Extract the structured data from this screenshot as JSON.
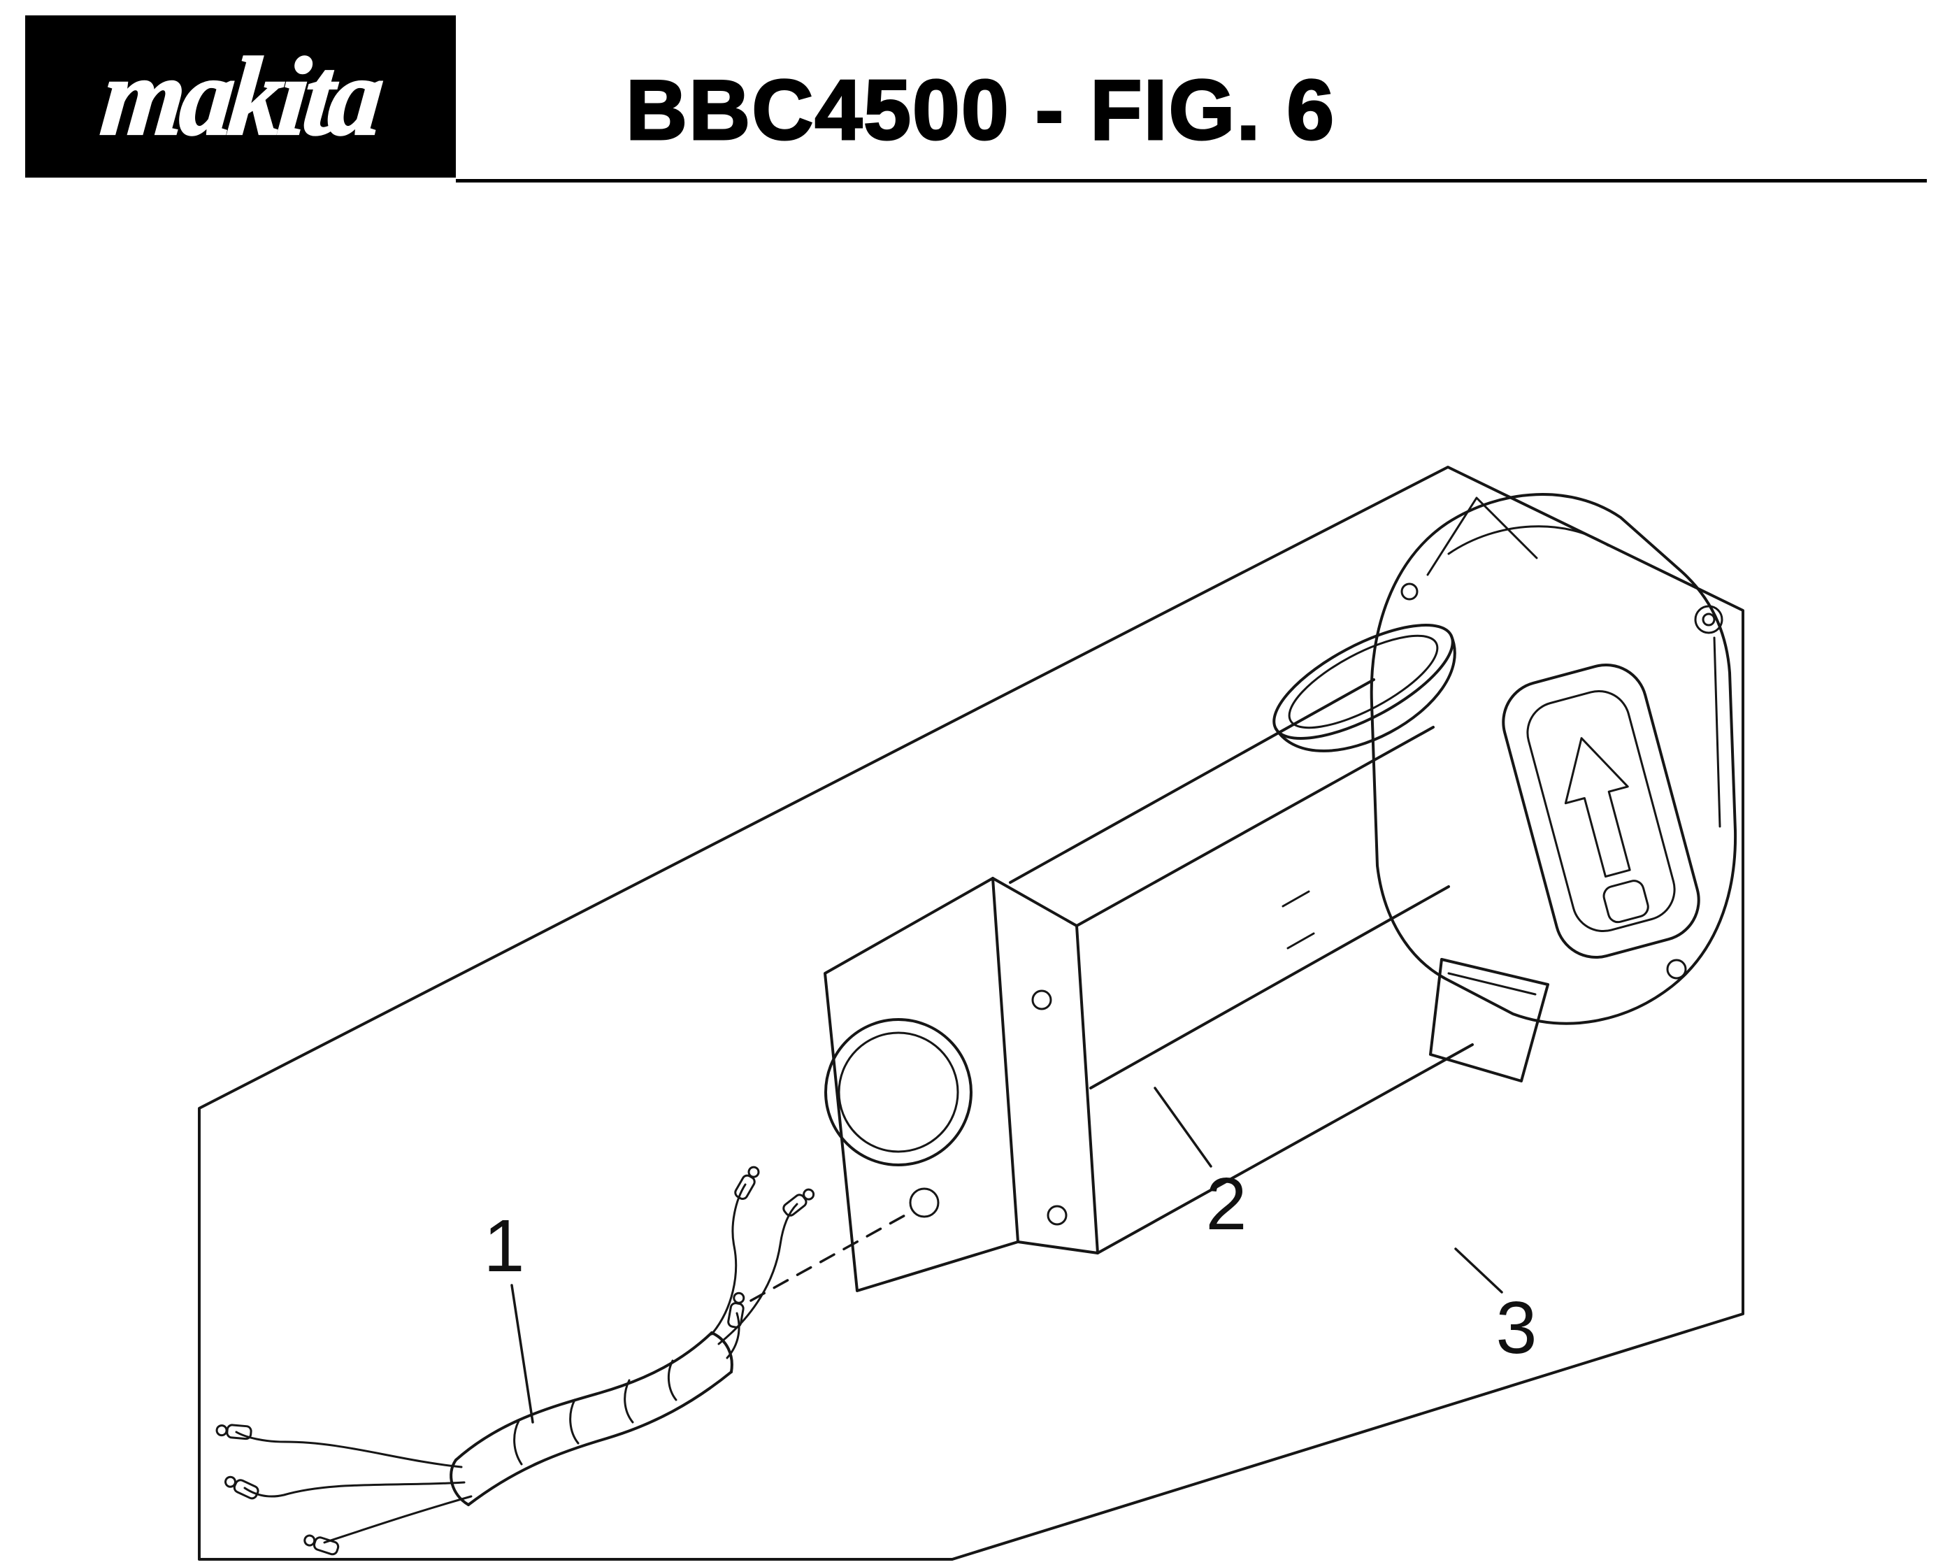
{
  "header": {
    "logo_text": "makita",
    "title": "BBC4500 - FIG. 6"
  },
  "colors": {
    "paper": "#ffffff",
    "ink": "#161616",
    "logo_bg": "#000000",
    "logo_fg": "#ffffff"
  },
  "diagram": {
    "description": "Exploded parts view: wire harness, clamp flange with drive tube, motor housing with switch lever",
    "callouts": [
      {
        "number": "1"
      },
      {
        "number": "2"
      },
      {
        "number": "3"
      }
    ]
  }
}
